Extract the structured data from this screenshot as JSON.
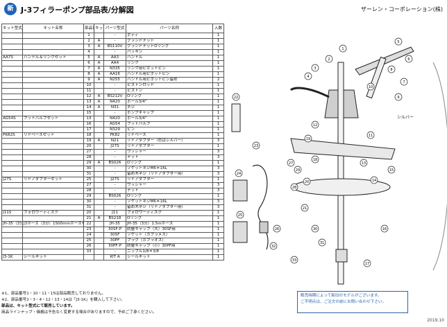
{
  "header": {
    "badge": "新",
    "title": "J-3フィラーポンプ部品表/分解図",
    "company": "ザーレン・コーポレーション(株)"
  },
  "table": {
    "headers": [
      "キット型式",
      "キット名称",
      "部品番号",
      "キット内容",
      "パーツ型式",
      "パーツ名称",
      "入数"
    ],
    "rows": [
      {
        "kit_code": "",
        "kit_name": "",
        "no": "1",
        "in": "",
        "part": "-",
        "name": "ボディ",
        "qty": "1"
      },
      {
        "kit_code": "",
        "kit_name": "",
        "no": "2",
        "in": "A",
        "part": "-",
        "name": "グランドナット",
        "qty": "1"
      },
      {
        "kit_code": "",
        "kit_name": "",
        "no": "3",
        "in": "A",
        "part": "BS110V",
        "name": "グランドナットOリング",
        "qty": "1"
      },
      {
        "kit_code": "",
        "kit_name": "",
        "no": "4",
        "in": "",
        "part": "-",
        "name": "パッキン",
        "qty": "1"
      },
      {
        "kit_code": "AA7S",
        "kit_name": "ハンドル＆リンクセット",
        "no": "5",
        "in": "A",
        "part": "AA3",
        "name": "ハンドル",
        "qty": "1"
      },
      {
        "kit_code": "",
        "kit_name": "",
        "no": "6",
        "in": "A",
        "part": "AA4",
        "name": "リンク",
        "qty": "1"
      },
      {
        "kit_code": "",
        "kit_name": "",
        "no": "7",
        "in": "A",
        "part": "N335",
        "name": "リンク用ピボットピン",
        "qty": "1"
      },
      {
        "kit_code": "",
        "kit_name": "",
        "no": "8",
        "in": "A",
        "part": "AA16",
        "name": "ハンドル用ピボットピン",
        "qty": "1"
      },
      {
        "kit_code": "",
        "kit_name": "",
        "no": "9",
        "in": "A",
        "part": "N255",
        "name": "ハンドル用ピボットピン留め",
        "qty": "2"
      },
      {
        "kit_code": "",
        "kit_name": "",
        "no": "10",
        "in": "",
        "part": "-",
        "name": "ピストンロッド",
        "qty": "1"
      },
      {
        "kit_code": "",
        "kit_name": "",
        "no": "11",
        "in": "",
        "part": "-",
        "name": "ピストン",
        "qty": "1"
      },
      {
        "kit_code": "",
        "kit_name": "",
        "no": "12",
        "in": "A",
        "part": "BS212V",
        "name": "Oリング",
        "qty": "1"
      },
      {
        "kit_code": "",
        "kit_name": "",
        "no": "13",
        "in": "A",
        "part": "N420",
        "name": "ボール3/4\"",
        "qty": "1"
      },
      {
        "kit_code": "",
        "kit_name": "",
        "no": "14",
        "in": "A",
        "part": "N31",
        "name": "ネジ",
        "qty": "1"
      },
      {
        "kit_code": "",
        "kit_name": "",
        "no": "15",
        "in": "",
        "part": "-",
        "name": "ポンプキャップ",
        "qty": "1"
      },
      {
        "kit_code": "AG54S",
        "kit_name": "フットバルブセット",
        "no": "13",
        "in": "",
        "part": "N420",
        "name": "ボール3/4\"",
        "qty": "1"
      },
      {
        "kit_code": "",
        "kit_name": "",
        "no": "16",
        "in": "",
        "part": "AG54",
        "name": "フットバルブ",
        "qty": "1"
      },
      {
        "kit_code": "",
        "kit_name": "",
        "no": "17",
        "in": "",
        "part": "N329",
        "name": "ピン",
        "qty": "1"
      },
      {
        "kit_code": "PK82S",
        "kit_name": "リドベースセット",
        "no": "18",
        "in": "",
        "part": "PK82",
        "name": "リドベース",
        "qty": "1"
      },
      {
        "kit_code": "",
        "kit_name": "",
        "no": "19",
        "in": "A",
        "part": "N21",
        "name": "リドアダプター（色はシルバー）",
        "qty": "3"
      },
      {
        "kit_code": "",
        "kit_name": "",
        "no": "20",
        "in": "",
        "part": "J27S",
        "name": "リドアダプター",
        "qty": "1"
      },
      {
        "kit_code": "",
        "kit_name": "",
        "no": "27",
        "in": "",
        "part": "-",
        "name": "ワッシャー",
        "qty": "3"
      },
      {
        "kit_code": "",
        "kit_name": "",
        "no": "28",
        "in": "",
        "part": "-",
        "name": "ナット",
        "qty": "3"
      },
      {
        "kit_code": "",
        "kit_name": "",
        "no": "29",
        "in": "A",
        "part": "BS026",
        "name": "Oリング",
        "qty": "1"
      },
      {
        "kit_code": "",
        "kit_name": "",
        "no": "30",
        "in": "",
        "part": "-",
        "name": "ソケットネジM6＊16L",
        "qty": "3"
      },
      {
        "kit_code": "",
        "kit_name": "",
        "no": "31",
        "in": "",
        "part": "-",
        "name": "留め木ネジ（リドアダプター用）",
        "qty": "3"
      },
      {
        "kit_code": "J27S",
        "kit_name": "リドアダプターセット",
        "no": "25",
        "in": "",
        "part": "J27S",
        "name": "リドアダプター",
        "qty": "1"
      },
      {
        "kit_code": "",
        "kit_name": "",
        "no": "27",
        "in": "",
        "part": "-",
        "name": "ワッシャー",
        "qty": "3"
      },
      {
        "kit_code": "",
        "kit_name": "",
        "no": "28",
        "in": "",
        "part": "-",
        "name": "ナット",
        "qty": "3"
      },
      {
        "kit_code": "",
        "kit_name": "",
        "no": "29",
        "in": "",
        "part": "BS026",
        "name": "Oリング",
        "qty": "1"
      },
      {
        "kit_code": "",
        "kit_name": "",
        "no": "30",
        "in": "",
        "part": "-",
        "name": "ソケットネジM6＊16L",
        "qty": "3"
      },
      {
        "kit_code": "",
        "kit_name": "",
        "no": "31",
        "in": "",
        "part": "-",
        "name": "留め木ネジ（リドアダプター用）",
        "qty": "3"
      },
      {
        "kit_code": "J11S",
        "kit_name": "フォロワーディスク",
        "no": "20",
        "in": "",
        "part": "J11",
        "name": "フォロワーディスク",
        "qty": "1"
      },
      {
        "kit_code": "",
        "kit_name": "",
        "no": "21",
        "in": "A",
        "part": "BS218",
        "name": "Oリング",
        "qty": "1"
      },
      {
        "kit_code": "JH-35（3分）",
        "kit_name": "J3ホース（3分）1500mmホースセット",
        "no": "22",
        "in": "",
        "part": "JH-35",
        "name": "JH-35（3分）1.5mホース",
        "qty": "1"
      },
      {
        "kit_code": "",
        "kit_name": "",
        "no": "23",
        "in": "",
        "part": "30SF-P",
        "name": "防塵キャップ（大）30SF用",
        "qty": "1"
      },
      {
        "kit_code": "",
        "kit_name": "",
        "no": "24",
        "in": "",
        "part": "30SF",
        "name": "ソケット（カプラメス）",
        "qty": "1"
      },
      {
        "kit_code": "",
        "kit_name": "",
        "no": "25",
        "in": "",
        "part": "30PF",
        "name": "プラグ（カプラオス）",
        "qty": "1"
      },
      {
        "kit_code": "",
        "kit_name": "",
        "no": "26",
        "in": "",
        "part": "30PF-P",
        "name": "防塵キャップ（小）30PF用",
        "qty": "1"
      },
      {
        "kit_code": "",
        "kit_name": "",
        "no": "33",
        "in": "",
        "part": "-",
        "name": "ニップル1/8＊3/8",
        "qty": "1"
      },
      {
        "kit_code": "J3-1K",
        "kit_name": "シールキット",
        "no": "",
        "in": "",
        "part": "KIT A",
        "name": "シールキット",
        "qty": "1"
      }
    ]
  },
  "footnotes": [
    "※1、部品番号1・10・11・15は部品販売しておりません。",
    "※2、部品番号2・3・4・12・13・14は「J3-1K」を購入して下さい。",
    "部品は、キット型式にて販売しています。",
    "商品ラインナップ・価格は予告なく変更する場合がありますので、予めご了承ください。"
  ],
  "diagram": {
    "silver_label": "シルバー",
    "callouts": [
      "1",
      "2",
      "3",
      "4",
      "5",
      "6",
      "7",
      "8",
      "9",
      "10",
      "11",
      "12",
      "13",
      "14",
      "15",
      "16",
      "17",
      "18",
      "19",
      "20",
      "21",
      "22",
      "23",
      "24",
      "25",
      "26",
      "27",
      "28",
      "29",
      "30",
      "31",
      "32",
      "33"
    ]
  },
  "note_box": [
    "販売時期によって新旧のモデルがございます。",
    "ご不明点は、ご注文の前にお問い合わせ下さい。"
  ],
  "date": "2019.10"
}
